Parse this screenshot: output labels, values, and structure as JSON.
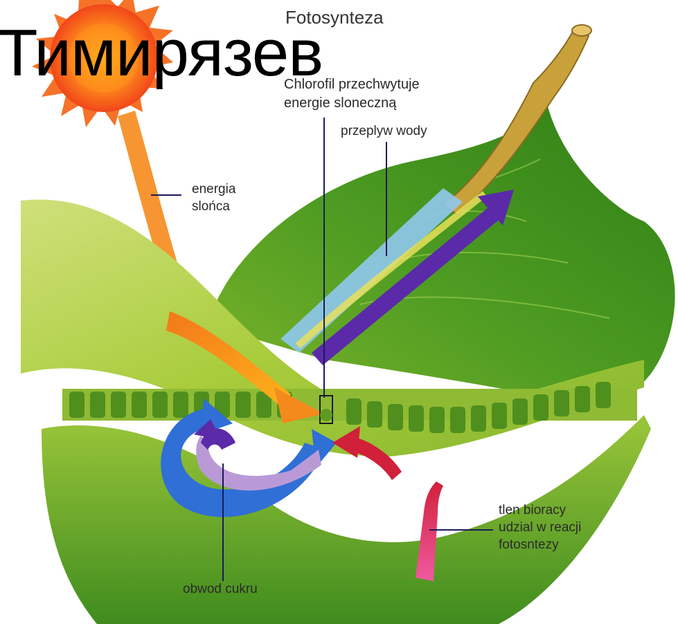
{
  "heading": "Тимирязев",
  "diagram": {
    "title": "Fotosynteza",
    "labels": {
      "chlorophyll_line1": "Chlorofil przechwytuje",
      "chlorophyll_line2": "energie sloneczną",
      "water_flow": "przeplyw wody",
      "solar_energy_line1": "energia",
      "solar_energy_line2": "slońca",
      "oxygen_line1": "tlen bioracy",
      "oxygen_line2": "udzial w reacji",
      "oxygen_line3": "fotosntezy",
      "sugar_circuit": "obwod cukru"
    }
  },
  "colors": {
    "sun_orange": "#f46a1c",
    "sun_yellow": "#ffd21a",
    "leaf_dark": "#3e8f1c",
    "leaf_light": "#a9cc3c",
    "water_blue": "#8fc8ee",
    "sugar_blue": "#2f6fd6",
    "purple": "#5a2aa8",
    "lilac": "#b99ad6",
    "red_arrow": "#d0203a",
    "pink_arrow": "#e6408a",
    "callout": "#1a1a5a"
  }
}
